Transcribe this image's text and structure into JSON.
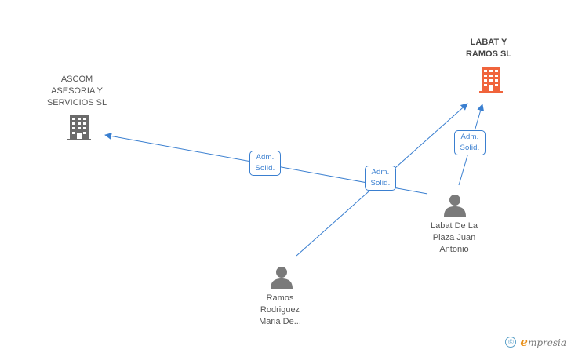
{
  "nodes": {
    "ascom": {
      "label": "ASCOM\nASESORIA Y\nSERVICIOS SL",
      "type": "company"
    },
    "labat_ramos": {
      "label": "LABAT Y\nRAMOS SL",
      "type": "company-main"
    },
    "labat_juan": {
      "label": "Labat De La\nPlaza Juan\nAntonio",
      "type": "person"
    },
    "ramos_maria": {
      "label": "Ramos\nRodriguez\nMaria De...",
      "type": "person"
    }
  },
  "edges": [
    {
      "from": "labat_juan",
      "to": "ascom",
      "label_line1": "Adm.",
      "label_line2": "Solid."
    },
    {
      "from": "ramos_maria",
      "to": "labat_ramos",
      "label_line1": "Adm.",
      "label_line2": "Solid."
    },
    {
      "from": "labat_juan",
      "to": "labat_ramos",
      "label_line1": "Adm.",
      "label_line2": "Solid."
    }
  ],
  "brand": {
    "copyright": "©",
    "e": "e",
    "rest": "mpresia"
  },
  "colors": {
    "edge": "#3a7fd0",
    "company_icon": "#6b6b6b",
    "company_main_icon": "#f0643c",
    "person_icon": "#7a7a7a"
  },
  "icons": {
    "company": "building-icon",
    "person": "person-icon"
  }
}
